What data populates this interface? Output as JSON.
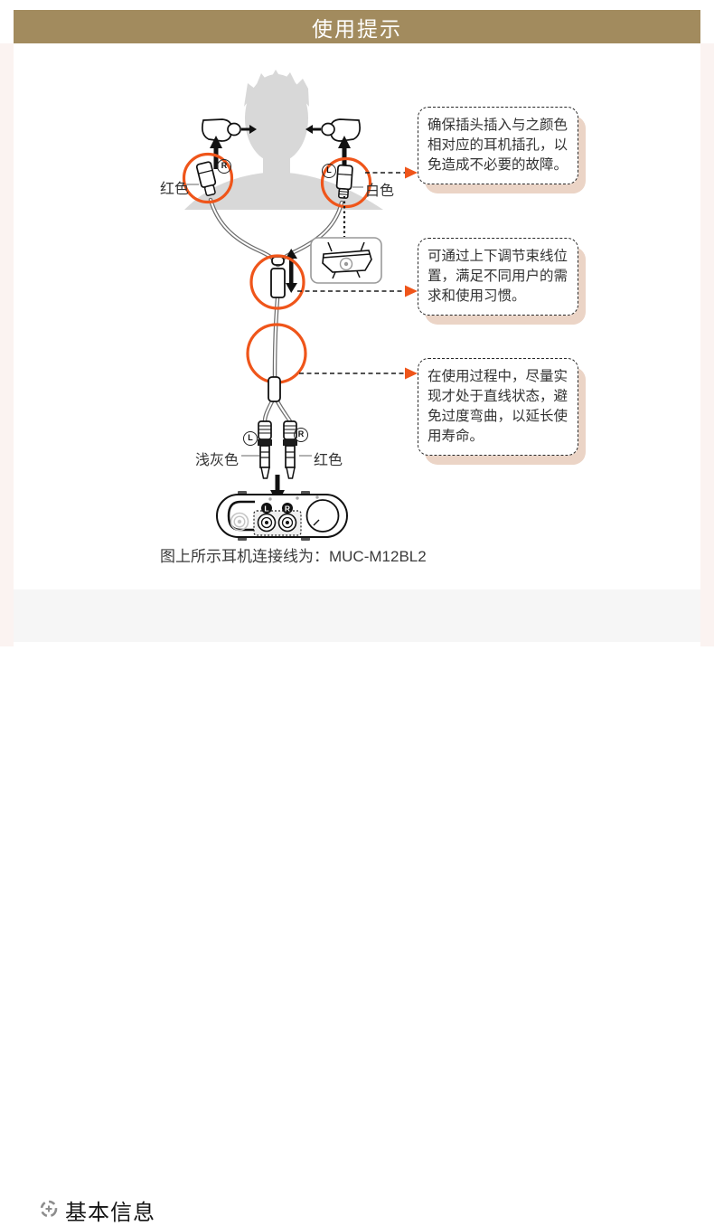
{
  "banner": {
    "title": "使用提示"
  },
  "colors": {
    "banner_bg": "#a28b5e",
    "accent_orange": "#ef551a",
    "callout_shadow": "#ebd4c6",
    "silhouette_gray": "#d8d8d8",
    "footer_bg": "#f6f6f6",
    "page_margin_pink": "#fbf3f1"
  },
  "diagram": {
    "top_left_plug": {
      "color_label": "红色",
      "channel": "R"
    },
    "top_right_plug": {
      "color_label": "白色",
      "channel": "L"
    },
    "bottom_left_plug": {
      "color_label": "浅灰色",
      "channel": "L"
    },
    "bottom_right_plug": {
      "color_label": "红色",
      "channel": "R"
    },
    "device": {
      "jack_left_label": "L",
      "jack_right_label": "R"
    },
    "caption": "图上所示耳机连接线为：MUC-M12BL2"
  },
  "callouts": [
    {
      "text": "确保插头插入与之颜色\n相对应的耳机插孔，以\n免造成不必要的故障。"
    },
    {
      "text": "可通过上下调节束线位\n置，满足不同用户的需\n求和使用习惯。"
    },
    {
      "text": "在使用过程中，尽量实\n现才处于直线状态，避\n免过度弯曲，以延长使\n用寿命。"
    }
  ],
  "footer": {
    "section_title": "基本信息",
    "icon": "target-icon"
  }
}
